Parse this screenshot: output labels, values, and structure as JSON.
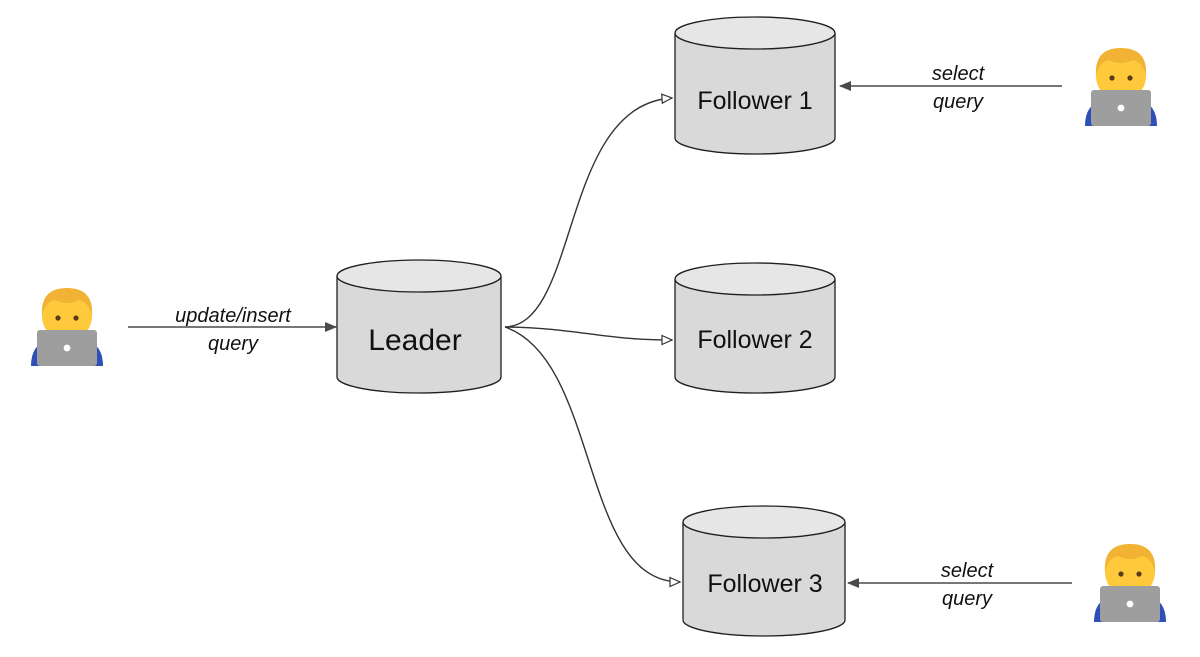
{
  "colors": {
    "db_fill": "#d9d9d9",
    "db_top_fill": "#e6e6e6",
    "db_stroke": "#1f1f1f",
    "edge": "#333333",
    "person_skin": "#ffc93c",
    "person_hair": "#f2b233",
    "shirt": "#2e4fb8",
    "laptop": "#9e9e9e"
  },
  "nodes": {
    "leader": {
      "label": "Leader"
    },
    "follower1": {
      "label": "Follower 1"
    },
    "follower2": {
      "label": "Follower 2"
    },
    "follower3": {
      "label": "Follower 3"
    }
  },
  "edges": {
    "writer_to_leader": {
      "line1": "update/insert",
      "line2": "query"
    },
    "reader1_to_follower1": {
      "line1": "select",
      "line2": "query"
    },
    "reader3_to_follower3": {
      "line1": "select",
      "line2": "query"
    }
  },
  "icons": {
    "writer": "person-with-laptop-icon",
    "reader1": "person-with-laptop-icon",
    "reader3": "person-with-laptop-icon"
  }
}
